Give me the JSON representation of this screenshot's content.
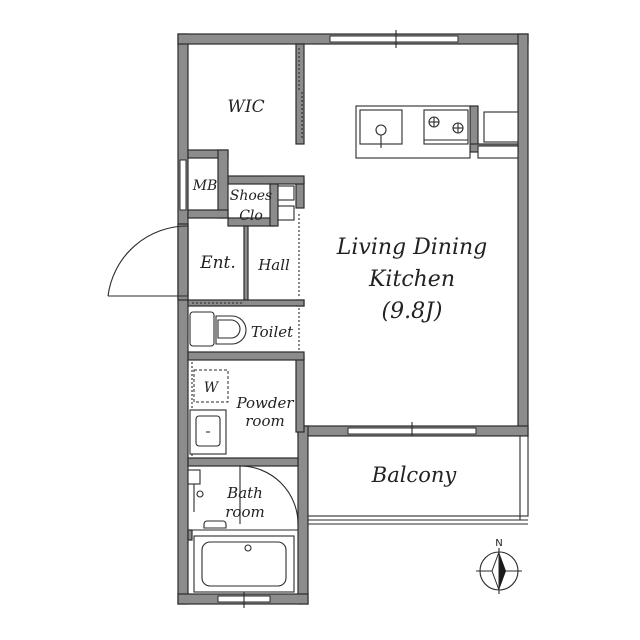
{
  "rooms": {
    "wic": "WIC",
    "mb": "MB",
    "shoes_line1": "Shoes",
    "shoes_line2": "Clo",
    "entrance": "Ent.",
    "hall": "Hall",
    "toilet": "Toilet",
    "washer": "W",
    "powder_line1": "Powder",
    "powder_line2": "room",
    "bath_line1": "Bath",
    "bath_line2": "room",
    "ldk_line1": "Living Dining",
    "ldk_line2": "Kitchen",
    "ldk_area": "(9.8J)",
    "balcony": "Balcony"
  },
  "compass": {
    "north_label": "N"
  }
}
